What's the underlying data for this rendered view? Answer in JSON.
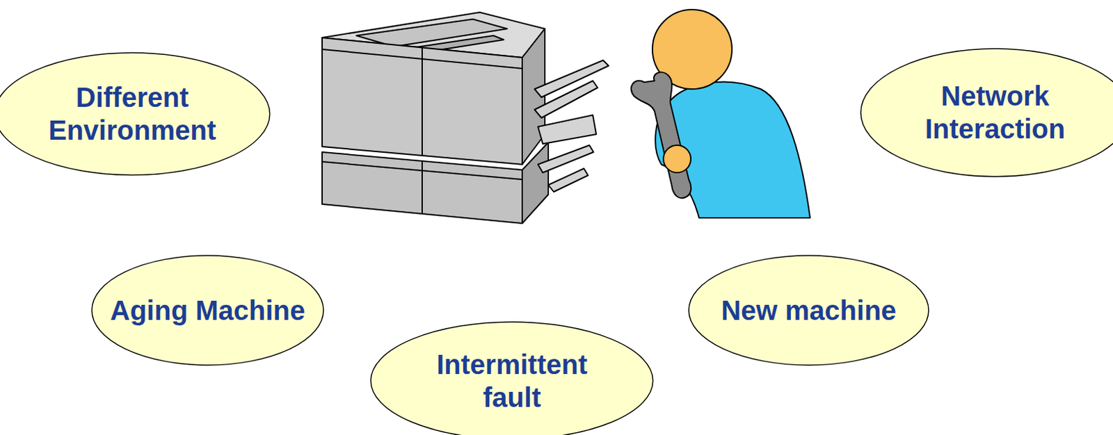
{
  "diagram": {
    "nodes": [
      {
        "text": [
          "Different Environment"
        ]
      },
      {
        "text": [
          "Network Interaction"
        ]
      },
      {
        "text": [
          "Aging Machine"
        ]
      },
      {
        "text": [
          "New machine"
        ]
      },
      {
        "text": [
          "Intermittent fault"
        ]
      }
    ]
  }
}
